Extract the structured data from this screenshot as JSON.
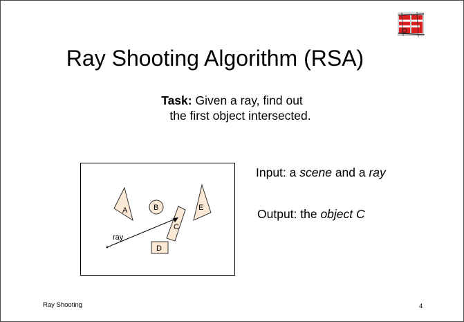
{
  "slide": {
    "title": "Ray Shooting Algorithm (RSA)",
    "task": {
      "label": "Task:",
      "line1": " Given a ray, find out",
      "line2": "the first object intersected."
    },
    "input": {
      "prefix": "Input: a ",
      "scene": "scene",
      "middle": " and a ",
      "ray": "ray"
    },
    "output": {
      "prefix": "Output: the ",
      "object": "object C"
    },
    "figure": {
      "labels": {
        "a": "A",
        "b": "B",
        "c": "C",
        "d": "D",
        "e": "E",
        "ray": "ray"
      },
      "fill_color": "#fbe9d6"
    },
    "footer": {
      "left": "Ray Shooting",
      "page": "4"
    }
  }
}
